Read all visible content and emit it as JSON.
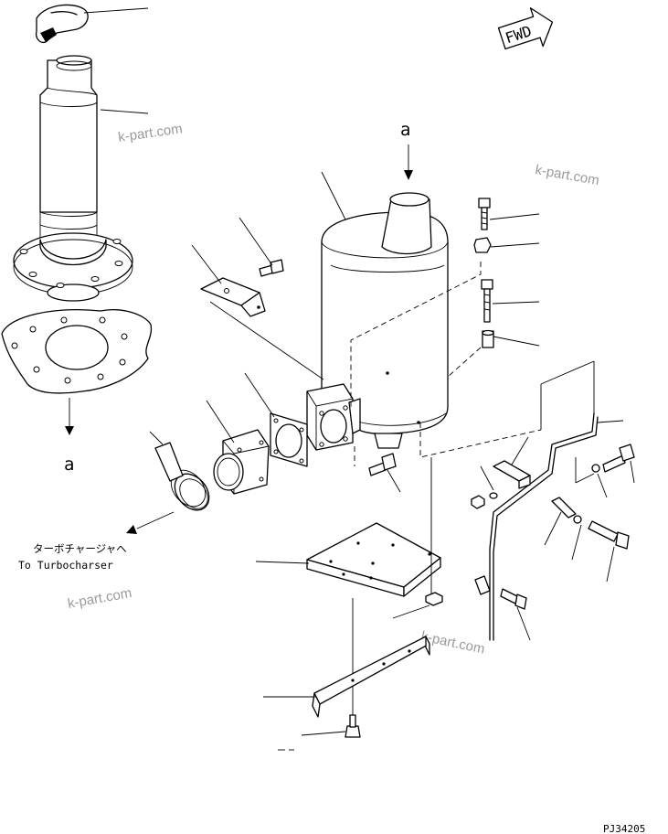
{
  "labels": {
    "view_a_top": "a",
    "view_a_left": "a",
    "fwd": "FWD",
    "to_turbo_jp": "ターボチャージャヘ",
    "to_turbo_en": "To Turbocharser",
    "drawing_code": "PJ34205"
  },
  "watermarks": [
    "k-part.com",
    "k-part.com",
    "k-part.com",
    "k-part.com"
  ]
}
